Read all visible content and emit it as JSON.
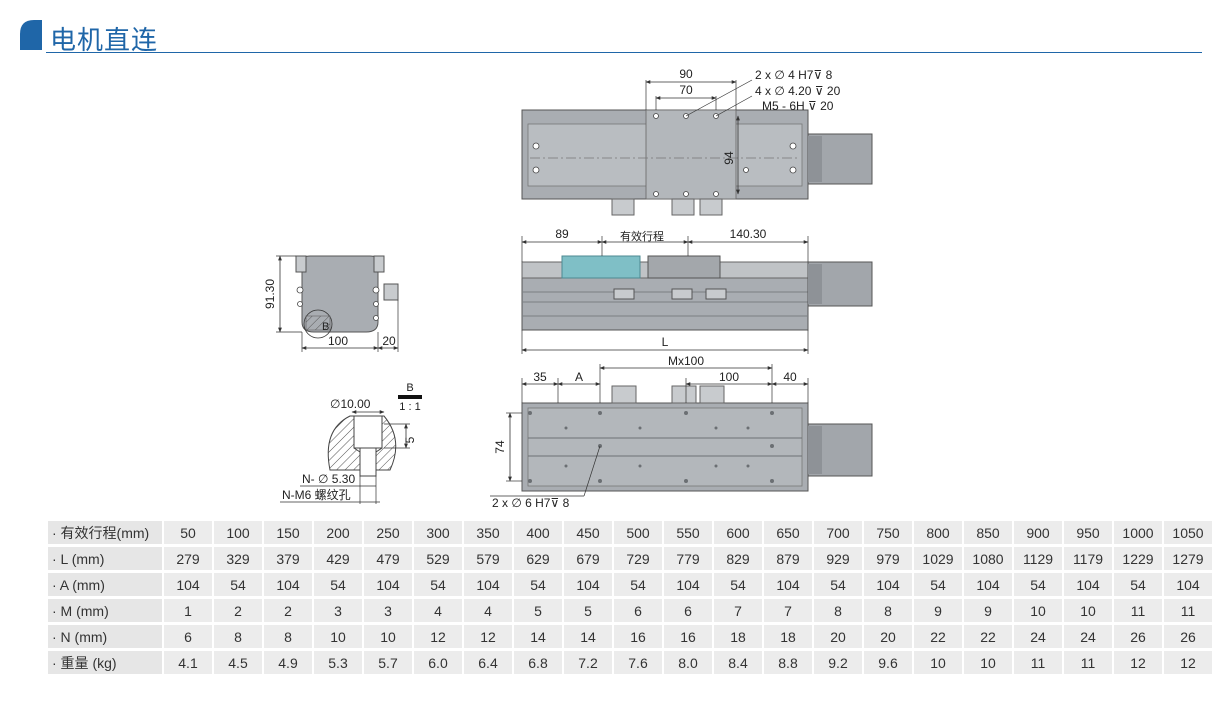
{
  "header": {
    "title": "电机直连",
    "accent_color": "#1f66a8"
  },
  "drawing": {
    "top_view": {
      "dim_90": "90",
      "dim_70": "70",
      "dim_94": "94",
      "note1": "2 x ∅ 4 H7⊽ 8",
      "note2": "4 x ∅ 4.20 ⊽ 20",
      "note3": "M5 - 6H ⊽ 20"
    },
    "side_view": {
      "dim_89": "89",
      "stroke_label": "有效行程",
      "dim_140": "140.30",
      "dim_L": "L"
    },
    "bottom_view": {
      "dim_35": "35",
      "dim_A": "A",
      "dim_Mx100": "Mx100",
      "dim_100": "100",
      "dim_40": "40",
      "dim_74": "74",
      "note": "2 x ∅ 6 H7⊽ 8"
    },
    "end_view": {
      "dim_9130": "91.30",
      "dim_100": "100",
      "dim_20": "20",
      "detail_label": "B"
    },
    "detail_b": {
      "title": "B",
      "scale": "1 : 1",
      "dim_d10": "∅10.00",
      "dim_5": "5",
      "dim_d530": "N- ∅ 5.30",
      "dim_m6": "N-M6 螺纹孔"
    }
  },
  "spec_table": {
    "rows": [
      {
        "label": "· 有效行程(mm)",
        "values": [
          "50",
          "100",
          "150",
          "200",
          "250",
          "300",
          "350",
          "400",
          "450",
          "500",
          "550",
          "600",
          "650",
          "700",
          "750",
          "800",
          "850",
          "900",
          "950",
          "1000",
          "1050"
        ]
      },
      {
        "label": "· L (mm)",
        "values": [
          "279",
          "329",
          "379",
          "429",
          "479",
          "529",
          "579",
          "629",
          "679",
          "729",
          "779",
          "829",
          "879",
          "929",
          "979",
          "1029",
          "1080",
          "1129",
          "1179",
          "1229",
          "1279"
        ]
      },
      {
        "label": "· A (mm)",
        "values": [
          "104",
          "54",
          "104",
          "54",
          "104",
          "54",
          "104",
          "54",
          "104",
          "54",
          "104",
          "54",
          "104",
          "54",
          "104",
          "54",
          "104",
          "54",
          "104",
          "54",
          "104"
        ]
      },
      {
        "label": "· M (mm)",
        "values": [
          "1",
          "2",
          "2",
          "3",
          "3",
          "4",
          "4",
          "5",
          "5",
          "6",
          "6",
          "7",
          "7",
          "8",
          "8",
          "9",
          "9",
          "10",
          "10",
          "11",
          "11"
        ]
      },
      {
        "label": "· N (mm)",
        "values": [
          "6",
          "8",
          "8",
          "10",
          "10",
          "12",
          "12",
          "14",
          "14",
          "16",
          "16",
          "18",
          "18",
          "20",
          "20",
          "22",
          "22",
          "24",
          "24",
          "26",
          "26"
        ]
      },
      {
        "label": "· 重量 (kg)",
        "values": [
          "4.1",
          "4.5",
          "4.9",
          "5.3",
          "5.7",
          "6.0",
          "6.4",
          "6.8",
          "7.2",
          "7.6",
          "8.0",
          "8.4",
          "8.8",
          "9.2",
          "9.6",
          "10",
          "10",
          "11",
          "11",
          "12",
          "12"
        ]
      }
    ]
  }
}
